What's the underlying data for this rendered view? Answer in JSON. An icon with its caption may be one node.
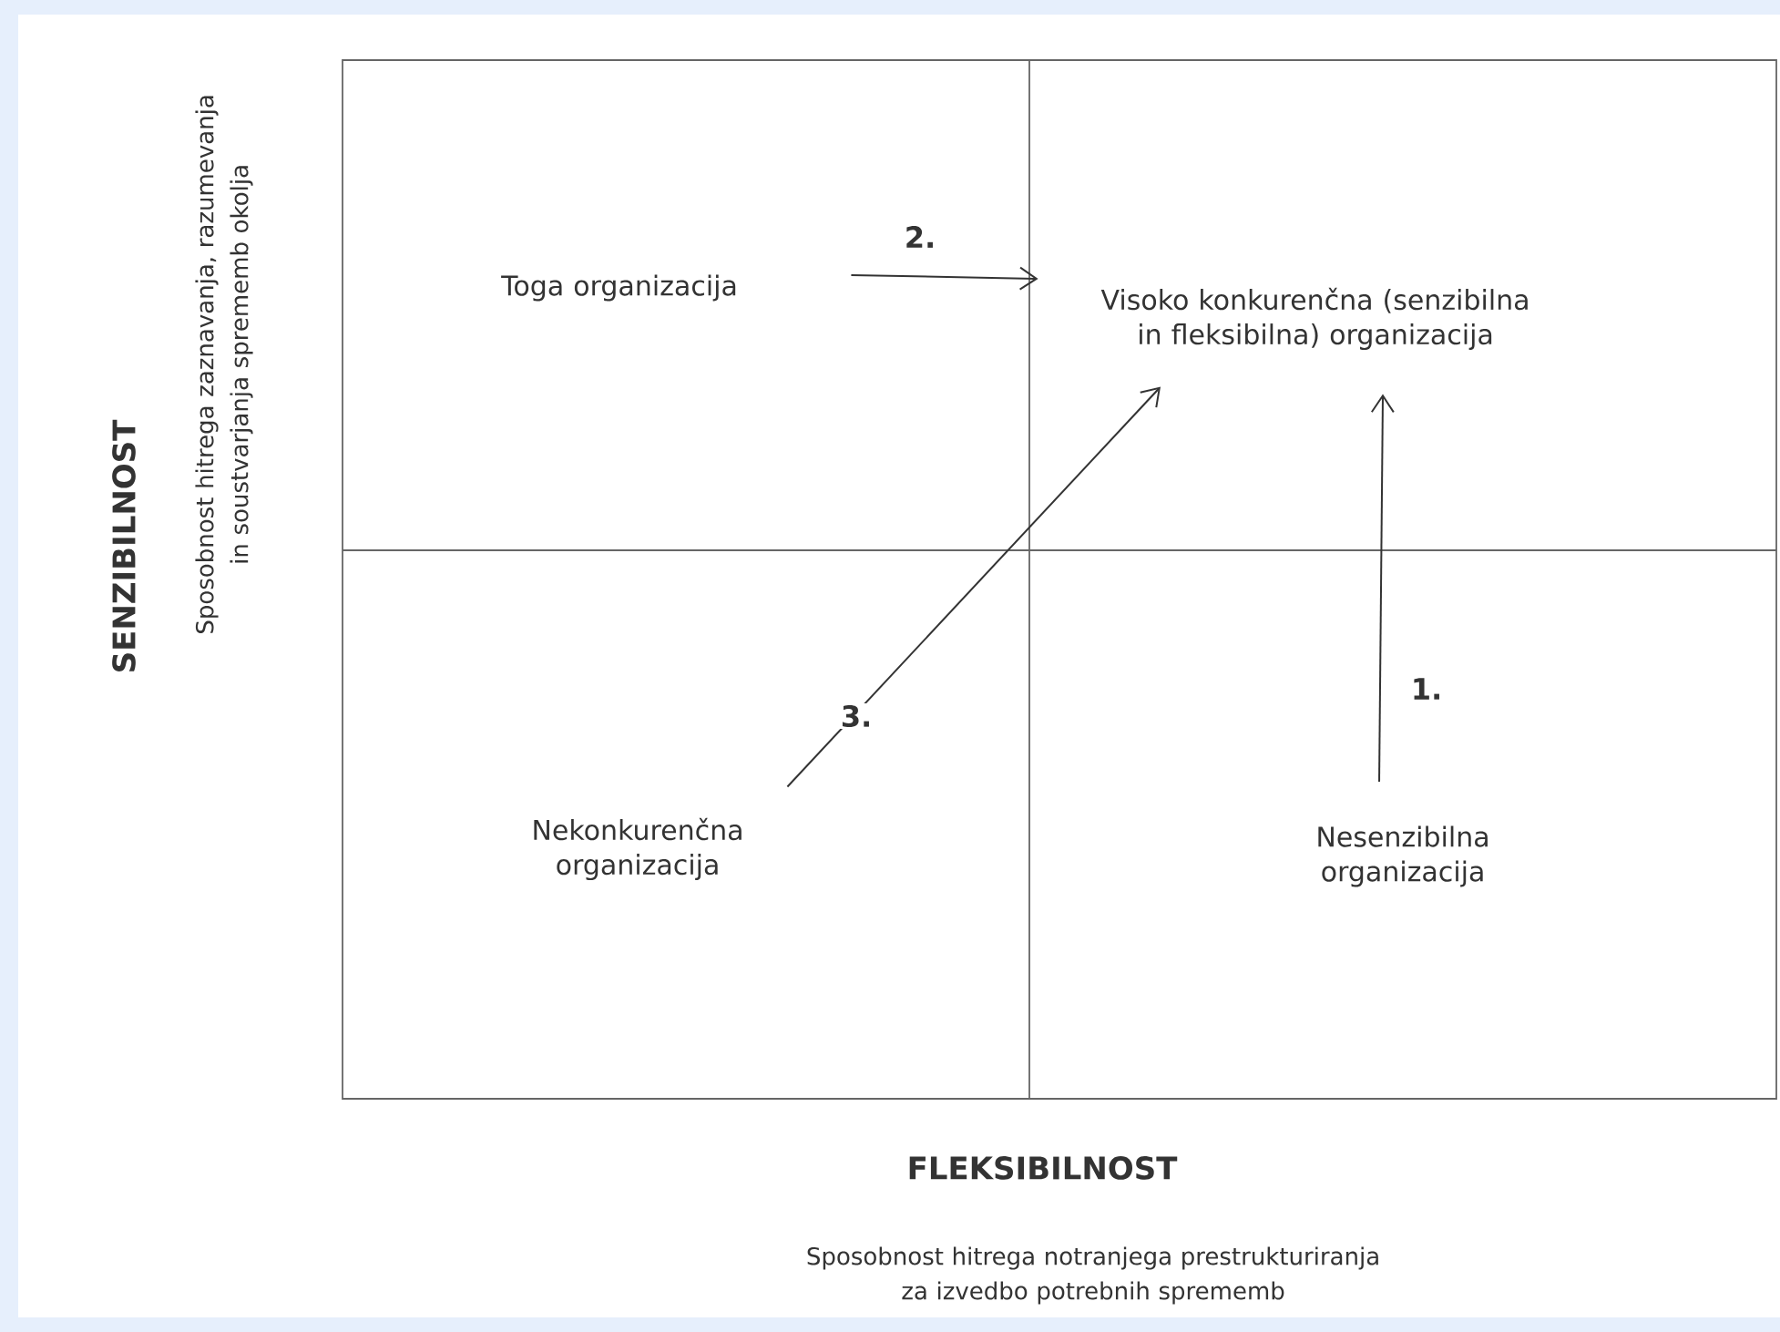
{
  "diagram": {
    "nodes": [
      {
        "text": [
          "Toga organizacija"
        ]
      },
      {
        "text": [
          "Visoko konkurenčna (senzibilna in fleksibilna) organizacija"
        ]
      },
      {
        "text": [
          "Nekonkurenčna organizacija"
        ]
      },
      {
        "text": [
          "Nesenzibilna organizacija"
        ]
      }
    ],
    "edges": [
      {
        "from": 0,
        "to": 1,
        "arrow": "to",
        "label": "2."
      },
      {
        "from": 2,
        "to": 1,
        "arrow": "to",
        "label": "3."
      },
      {
        "from": 3,
        "to": 1,
        "arrow": "to",
        "label": "1."
      }
    ],
    "labels": [
      "SENZIBILNOST",
      "Sposobnost hitrega zaznavanja, razumevanja in soustvarjanja sprememb okolja",
      "FLEKSIBILNOST",
      "Sposobnost hitrega notranjega prestrukturiranja za izvedbo potrebnih sprememb"
    ]
  }
}
